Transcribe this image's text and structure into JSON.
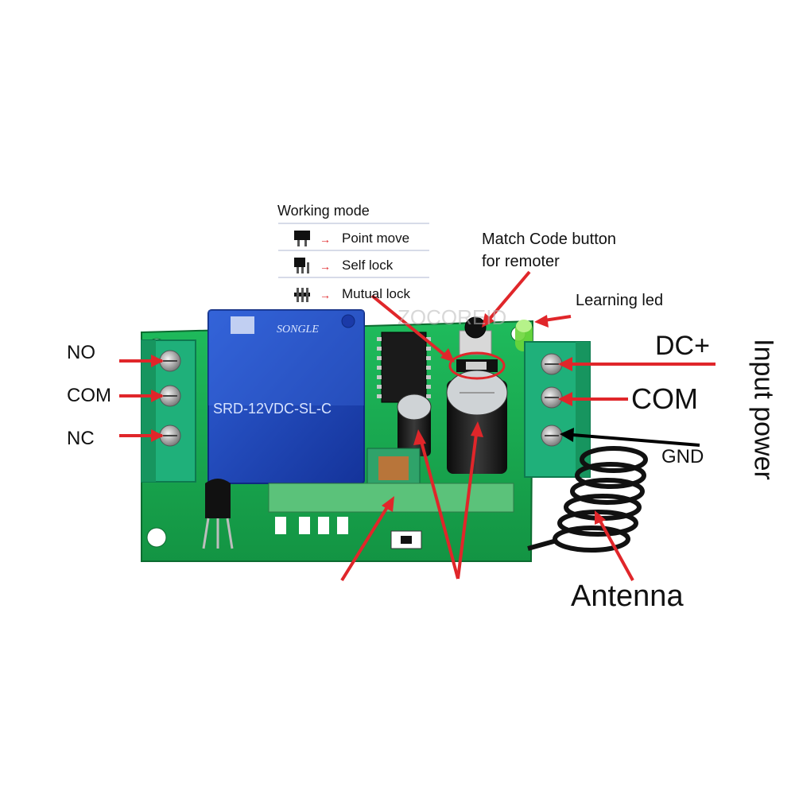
{
  "working_mode": {
    "title": "Working mode",
    "modes": [
      {
        "label": "Point move"
      },
      {
        "label": "Self lock"
      },
      {
        "label": "Mutual lock"
      }
    ]
  },
  "callouts": {
    "match_code_line1": "Match Code button",
    "match_code_line2": "for remoter",
    "learning_led": "Learning led",
    "input_power": "Input power",
    "antenna": "Antenna"
  },
  "output_terminals": [
    "NO",
    "COM",
    "NC"
  ],
  "power_terminals": [
    "DC+",
    "COM",
    "GND"
  ],
  "board_markings": {
    "relay_brand": "SONGLE",
    "relay_model": "SRD-12VDC-SL-C",
    "watermark": "ZOCOREID"
  },
  "colors": {
    "pcb": "#17a34f",
    "relay": "#1f47b5",
    "terminal_block": "#1fb07a",
    "arrow_red": "#e0262a",
    "arrow_black": "#000000"
  }
}
